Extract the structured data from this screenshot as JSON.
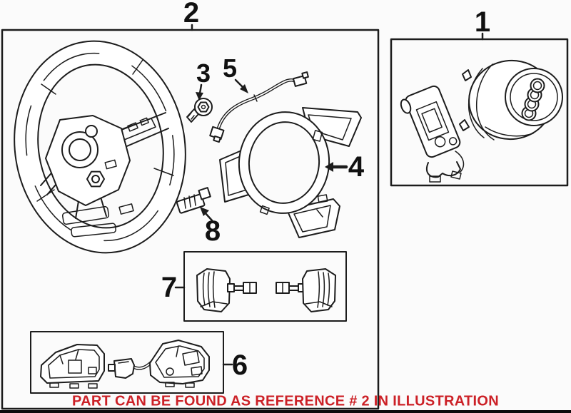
{
  "colors": {
    "line": "#1c1c1c",
    "note": "#cc2127",
    "bar": "#0c0c0c",
    "bg": "#fbfbfb",
    "text": "#111111"
  },
  "callouts": {
    "c1": "1",
    "c2": "2",
    "c3": "3",
    "c4": "4",
    "c5": "5",
    "c6": "6",
    "c7": "7",
    "c8": "8"
  },
  "footer": {
    "note": "PART CAN BE FOUND AS REFERENCE # 2 IN ILLUSTRATION"
  }
}
